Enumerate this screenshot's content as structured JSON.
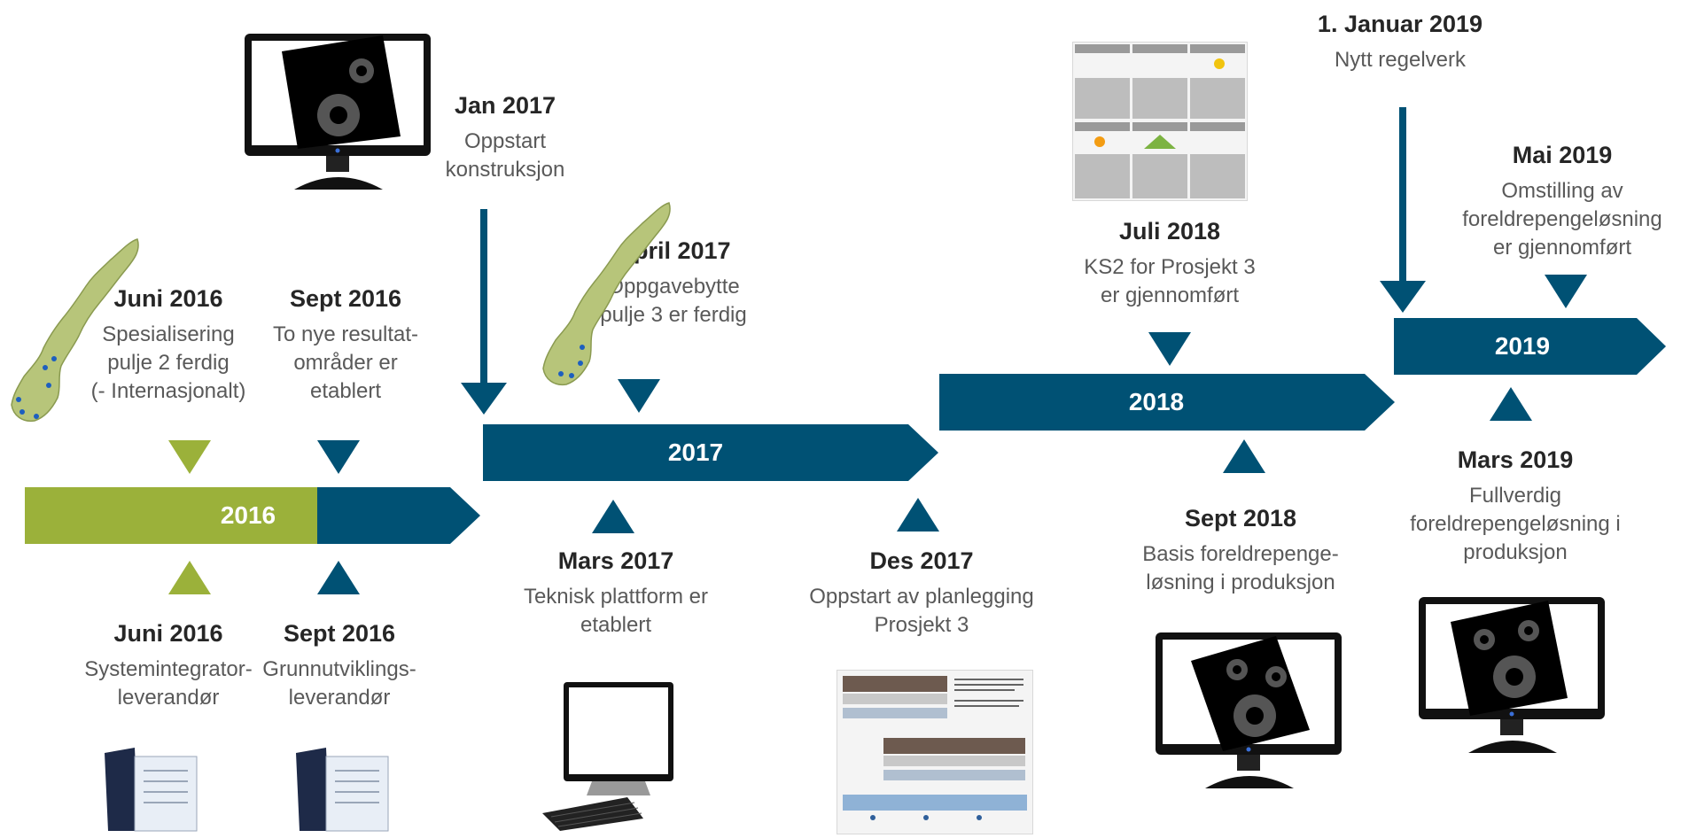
{
  "colors": {
    "primary": "#005174",
    "green": "#9bb13a",
    "date": "#262626",
    "text": "#595959"
  },
  "years": [
    {
      "id": "y2016",
      "label": "2016"
    },
    {
      "id": "y2017",
      "label": "2017"
    },
    {
      "id": "y2018",
      "label": "2018"
    },
    {
      "id": "y2019",
      "label": "2019"
    }
  ],
  "events": {
    "juni2016_top": {
      "date": "Juni 2016",
      "desc": "Spesialisering\npulje 2 ferdig\n(- Internasjonalt)"
    },
    "sept2016_top": {
      "date": "Sept 2016",
      "desc": "To nye resultat-\nområder er\netablert"
    },
    "juni2016_bottom": {
      "date": "Juni 2016",
      "desc": "Systemintegrator-\nleverandør"
    },
    "sept2016_bottom": {
      "date": "Sept 2016",
      "desc": "Grunnutviklings-\nleverandør"
    },
    "jan2017": {
      "date": "Jan 2017",
      "desc": "Oppstart\nkonstruksjon"
    },
    "april2017": {
      "date": "April 2017",
      "desc": "Oppgavebytte\npulje 3 er ferdig"
    },
    "mars2017": {
      "date": "Mars 2017",
      "desc": "Teknisk plattform er\netablert"
    },
    "des2017": {
      "date": "Des 2017",
      "desc": "Oppstart av planlegging\nProsjekt 3"
    },
    "juli2018": {
      "date": "Juli 2018",
      "desc": "KS2 for Prosjekt 3\ner gjennomført"
    },
    "sept2018": {
      "date": "Sept 2018",
      "desc": "Basis foreldrepenge-\nløsning i produksjon"
    },
    "jan2019": {
      "date": "1. Januar 2019",
      "desc": "Nytt regelverk"
    },
    "mai2019": {
      "date": "Mai 2019",
      "desc": "Omstilling av\nforeldrepengeløsning\ner gjennomført"
    },
    "mars2019": {
      "date": "Mars 2019",
      "desc": "Fullverdig\nforeldrepengeløsning i\nproduksjon"
    }
  },
  "icons": [
    "norway-map-icon",
    "monitor-gears-icon",
    "document-folder-icon",
    "computer-icon",
    "slide-thumbnail-icon"
  ]
}
